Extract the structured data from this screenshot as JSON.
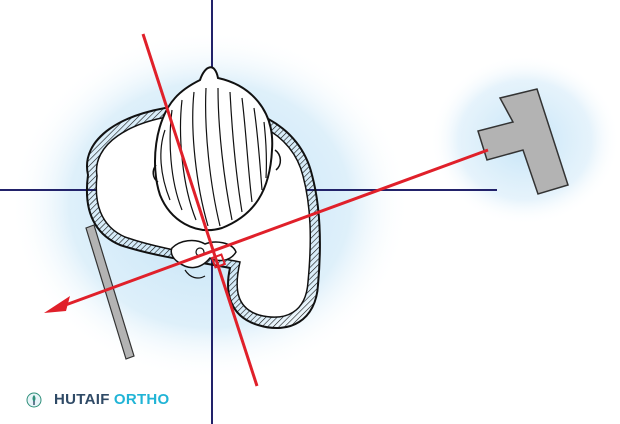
{
  "brand": {
    "name_part1": "HUTAIF",
    "name_part2": "ORTHO",
    "logo_icon": "hutaif-ortho-logo-icon"
  },
  "diagram": {
    "subject": "patient-head-axial-view",
    "beam_color": "#e0202a",
    "axis_color": "#22226a",
    "background_glow_color": "#bfe1f6",
    "xray_tube_color": "#b3b3b3",
    "detector_color": "#b3b3b3",
    "icons": [
      "xray-tube-icon",
      "image-detector-icon",
      "beam-direction-arrow-icon"
    ]
  }
}
